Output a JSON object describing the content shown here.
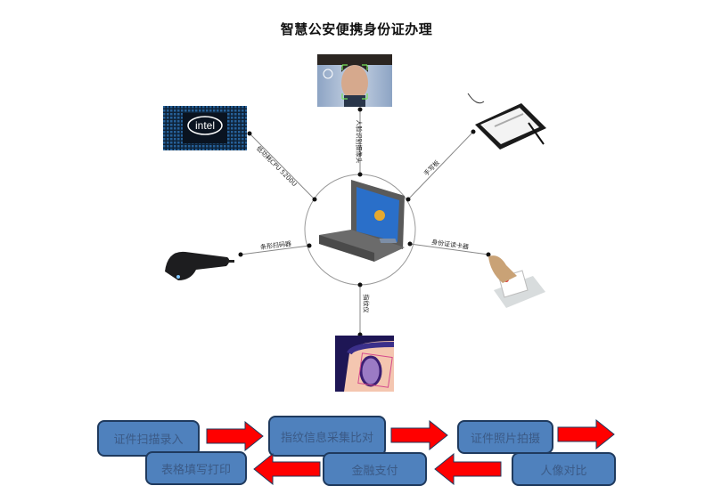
{
  "title": "智慧公安便携身份证办理",
  "center": {
    "name": "rugged-laptop",
    "screen_color": "#2a6fc9"
  },
  "peripherals": [
    {
      "id": "face",
      "label": "人脸识别摄像头",
      "icon": "face-camera-image"
    },
    {
      "id": "tablet",
      "label": "手写板",
      "icon": "signature-pad-image"
    },
    {
      "id": "cpu",
      "label": "低功耗CPU 5200U",
      "icon": "intel-cpu-image",
      "logo_text": "intel"
    },
    {
      "id": "scanner",
      "label": "条形扫码器",
      "icon": "barcode-scanner-image"
    },
    {
      "id": "idreader",
      "label": "身份证读卡器",
      "icon": "id-card-reader-image"
    },
    {
      "id": "finger",
      "label": "指纹仪",
      "icon": "fingerprint-scanner-image"
    }
  ],
  "flow": {
    "steps": [
      "证件扫描录入",
      "指纹信息采集比对",
      "证件照片拍摄",
      "人像对比",
      "金融支付",
      "表格填写打印"
    ],
    "box_color": "#4f81bd",
    "arrow_color": "#ff0000"
  }
}
